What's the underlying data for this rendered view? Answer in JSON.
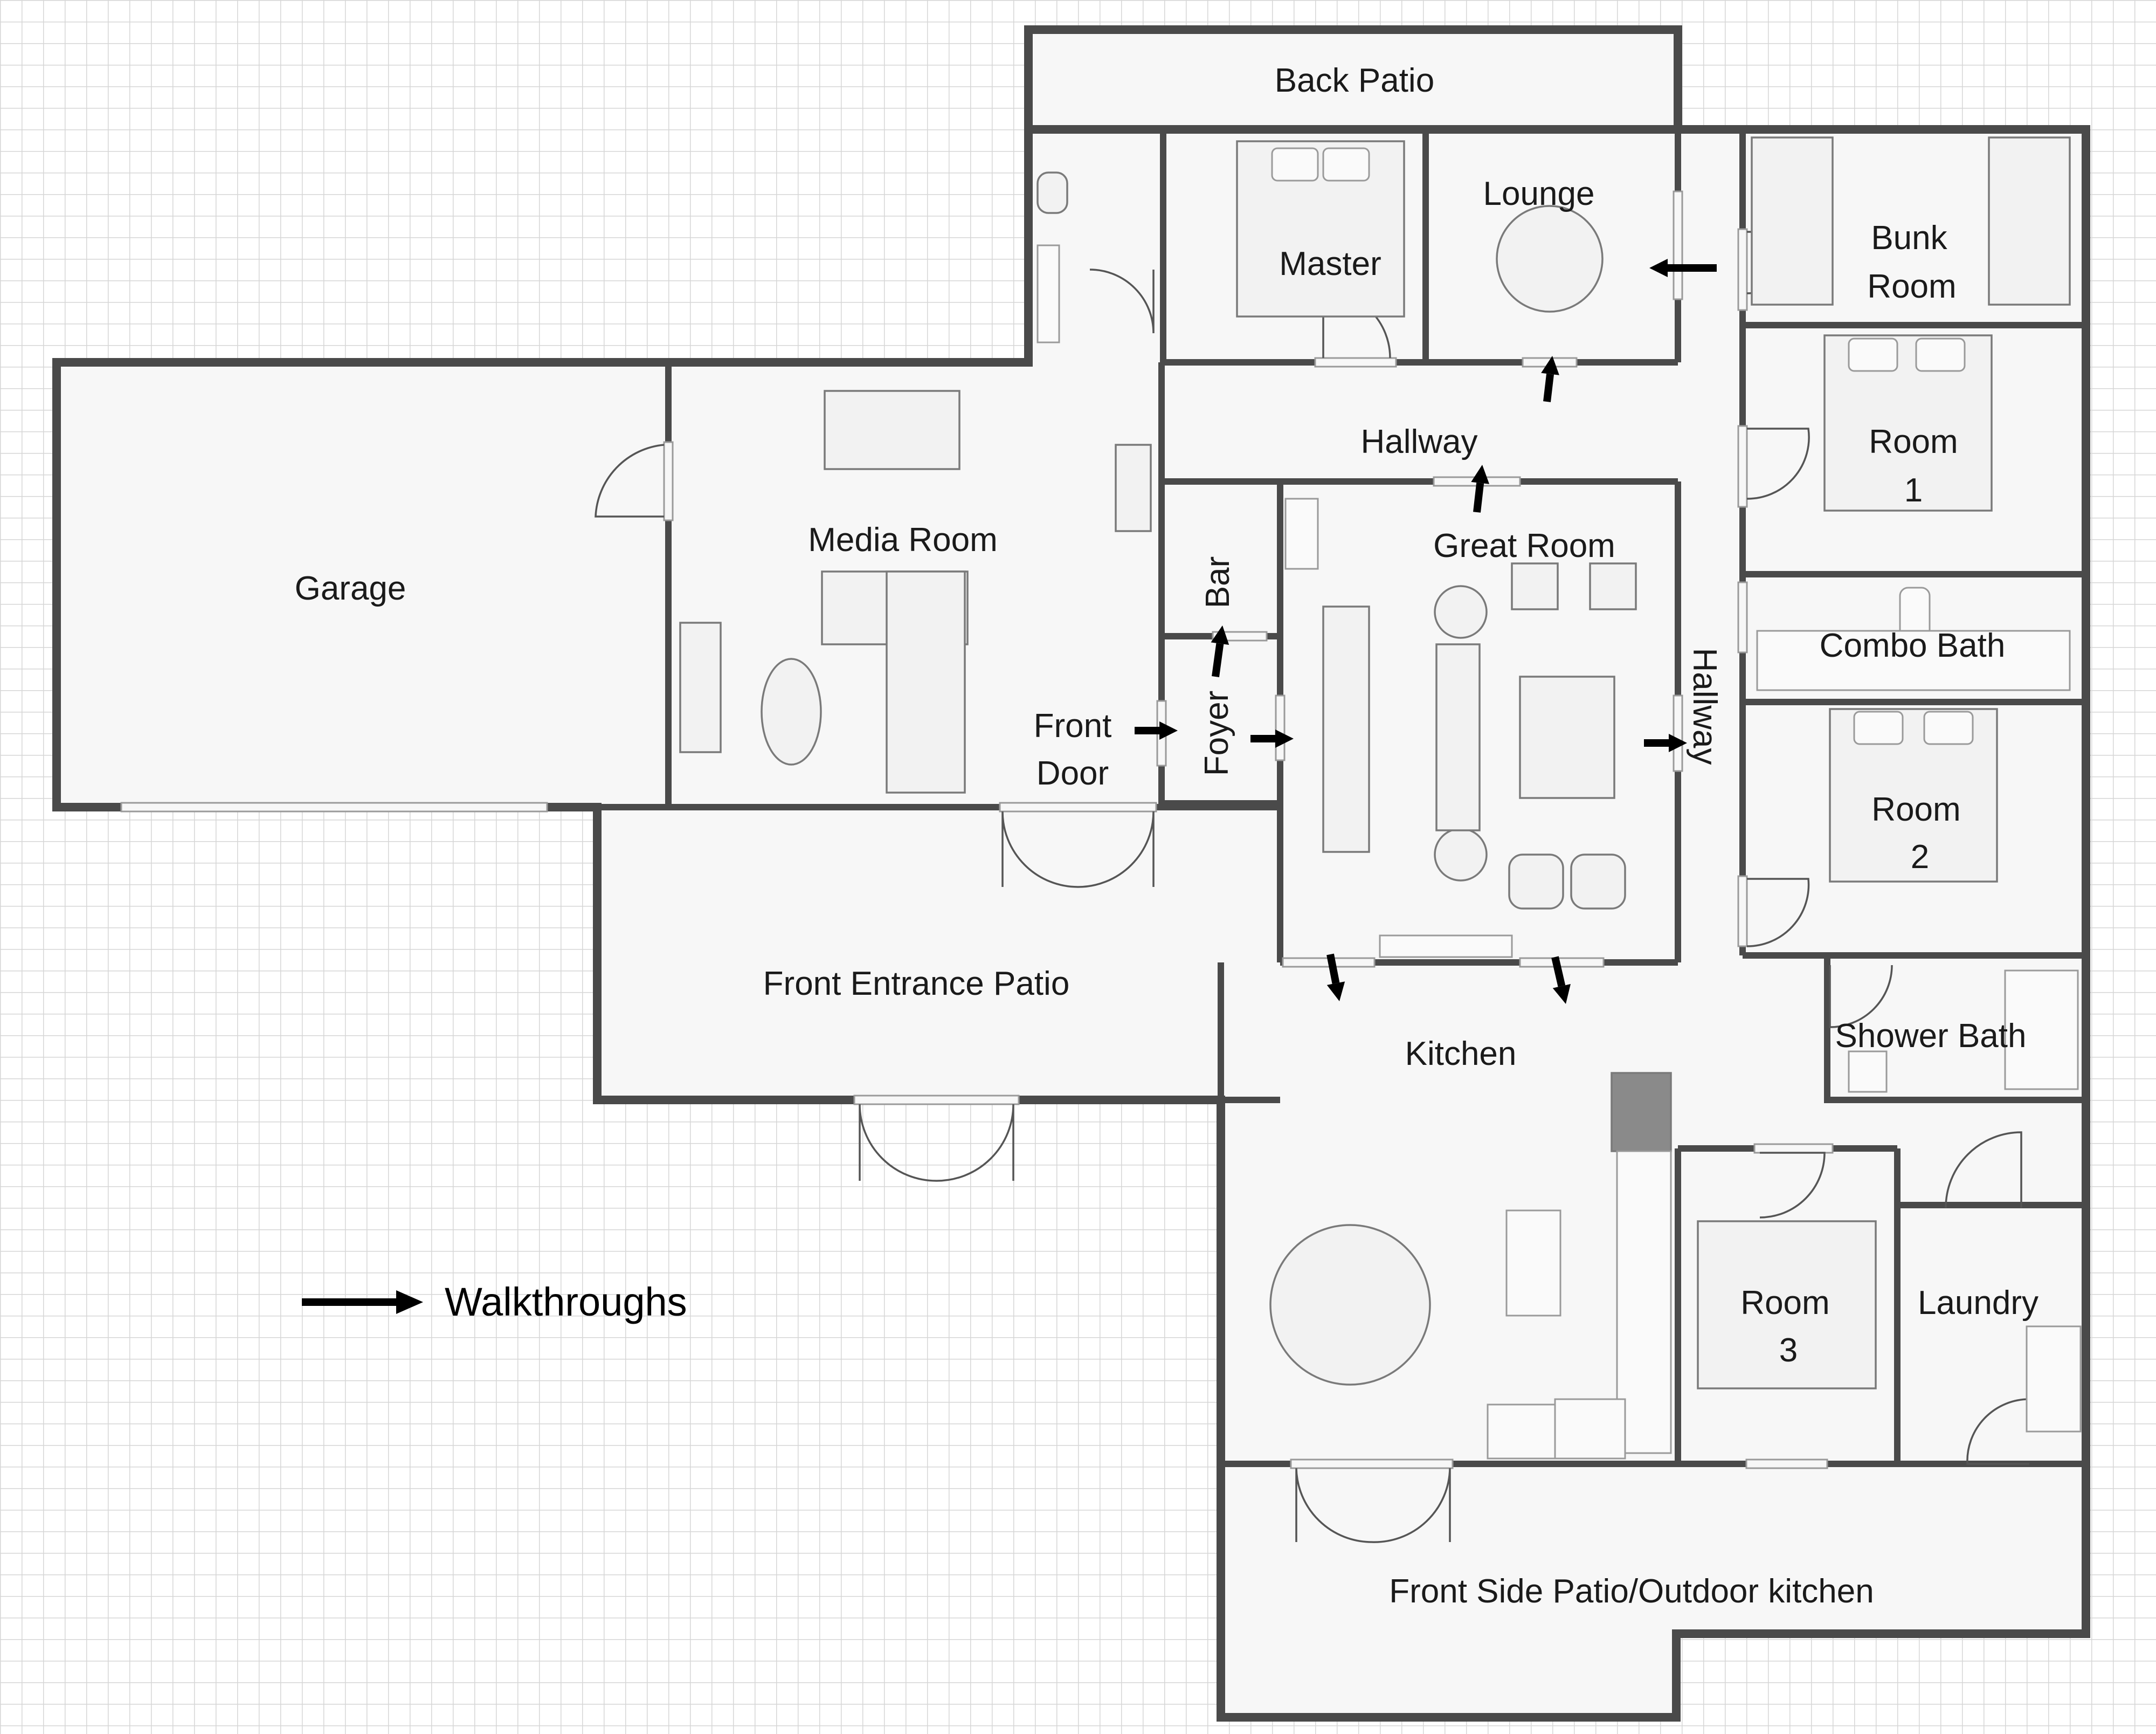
{
  "rooms": {
    "back_patio": "Back Patio",
    "lounge": "Lounge",
    "master": "Master",
    "bunk_room_line1": "Bunk",
    "bunk_room_line2": "Room",
    "hallway_top": "Hallway",
    "media_room": "Media Room",
    "garage": "Garage",
    "great_room": "Great Room",
    "bar": "Bar",
    "foyer": "Foyer",
    "front_door_line1": "Front",
    "front_door_line2": "Door",
    "hallway_side": "Hallway",
    "room1_line1": "Room",
    "room1_line2": "1",
    "combo_bath": "Combo Bath",
    "room2_line1": "Room",
    "room2_line2": "2",
    "shower_bath": "Shower Bath",
    "front_entrance_patio": "Front Entrance Patio",
    "kitchen": "Kitchen",
    "room3_line1": "Room",
    "room3_line2": "3",
    "laundry": "Laundry",
    "front_side_patio": "Front Side Patio/Outdoor kitchen"
  },
  "legend": {
    "walkthroughs": "Walkthroughs"
  },
  "colors": {
    "wall": "#4a4a4a",
    "grid": "#d6d6d6",
    "arrow": "#000000"
  }
}
